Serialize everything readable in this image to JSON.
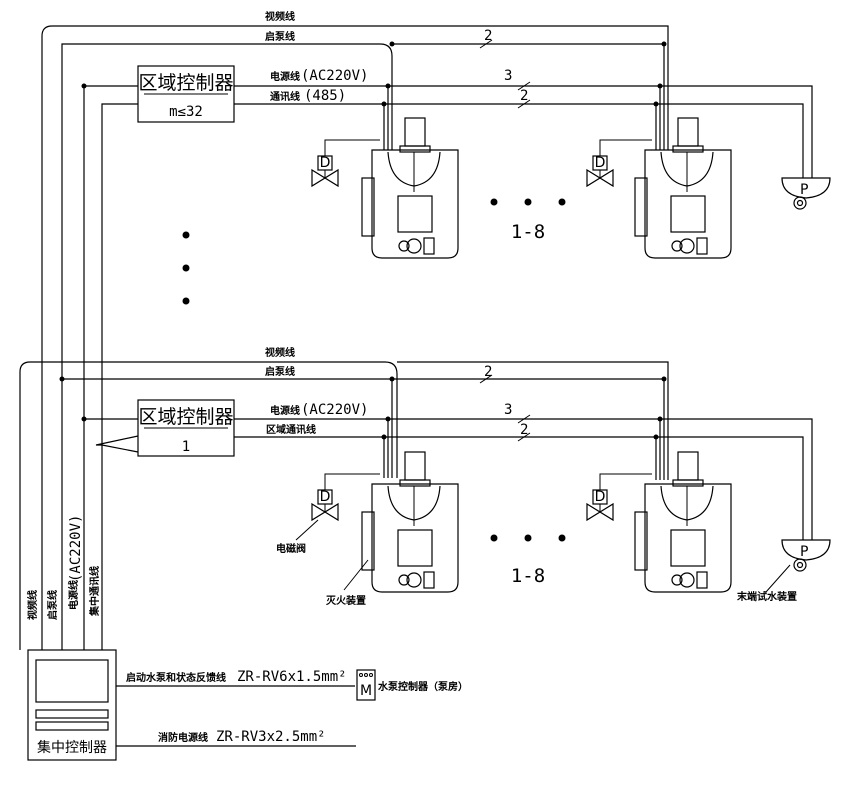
{
  "top": {
    "video_line": "视频线",
    "pump_line": "启泵线",
    "power_line": "电源线",
    "power_spec": "(AC220V)",
    "comm_line": "通讯线",
    "comm_spec": "(485)",
    "count_power": "3",
    "count_pump": "2",
    "count_comm": "2",
    "controller_title": "区域控制器",
    "controller_sub": "m≤32",
    "range_label": "1-8"
  },
  "bottom": {
    "video_line": "视频线",
    "pump_line": "启泵线",
    "power_line": "电源线",
    "power_spec": "(AC220V)",
    "comm_line": "区域通讯线",
    "count_power": "3",
    "count_pump": "2",
    "count_comm": "2",
    "controller_title": "区域控制器",
    "controller_sub": "1",
    "range_label": "1-8",
    "valve_label": "电磁阀",
    "extinguisher_label": "灭火装置",
    "test_label": "末端试水装置"
  },
  "vertical_labels": {
    "video": "视频线",
    "pump": "启泵线",
    "power": "电源线",
    "power_spec": "(AC220V)",
    "comm": "集中通讯线"
  },
  "central": {
    "title": "集中控制器",
    "pump_feedback_label": "启动水泵和状态反馈线",
    "pump_feedback_spec": "ZR-RV6x1.5mm²",
    "pump_controller_symbol": "M",
    "pump_controller_label": "水泵控制器（泵房）",
    "fire_power_label": "消防电源线",
    "fire_power_spec": "ZR-RV3x2.5mm²"
  },
  "symbols": {
    "valve_letter": "D",
    "test_letter": "P"
  }
}
